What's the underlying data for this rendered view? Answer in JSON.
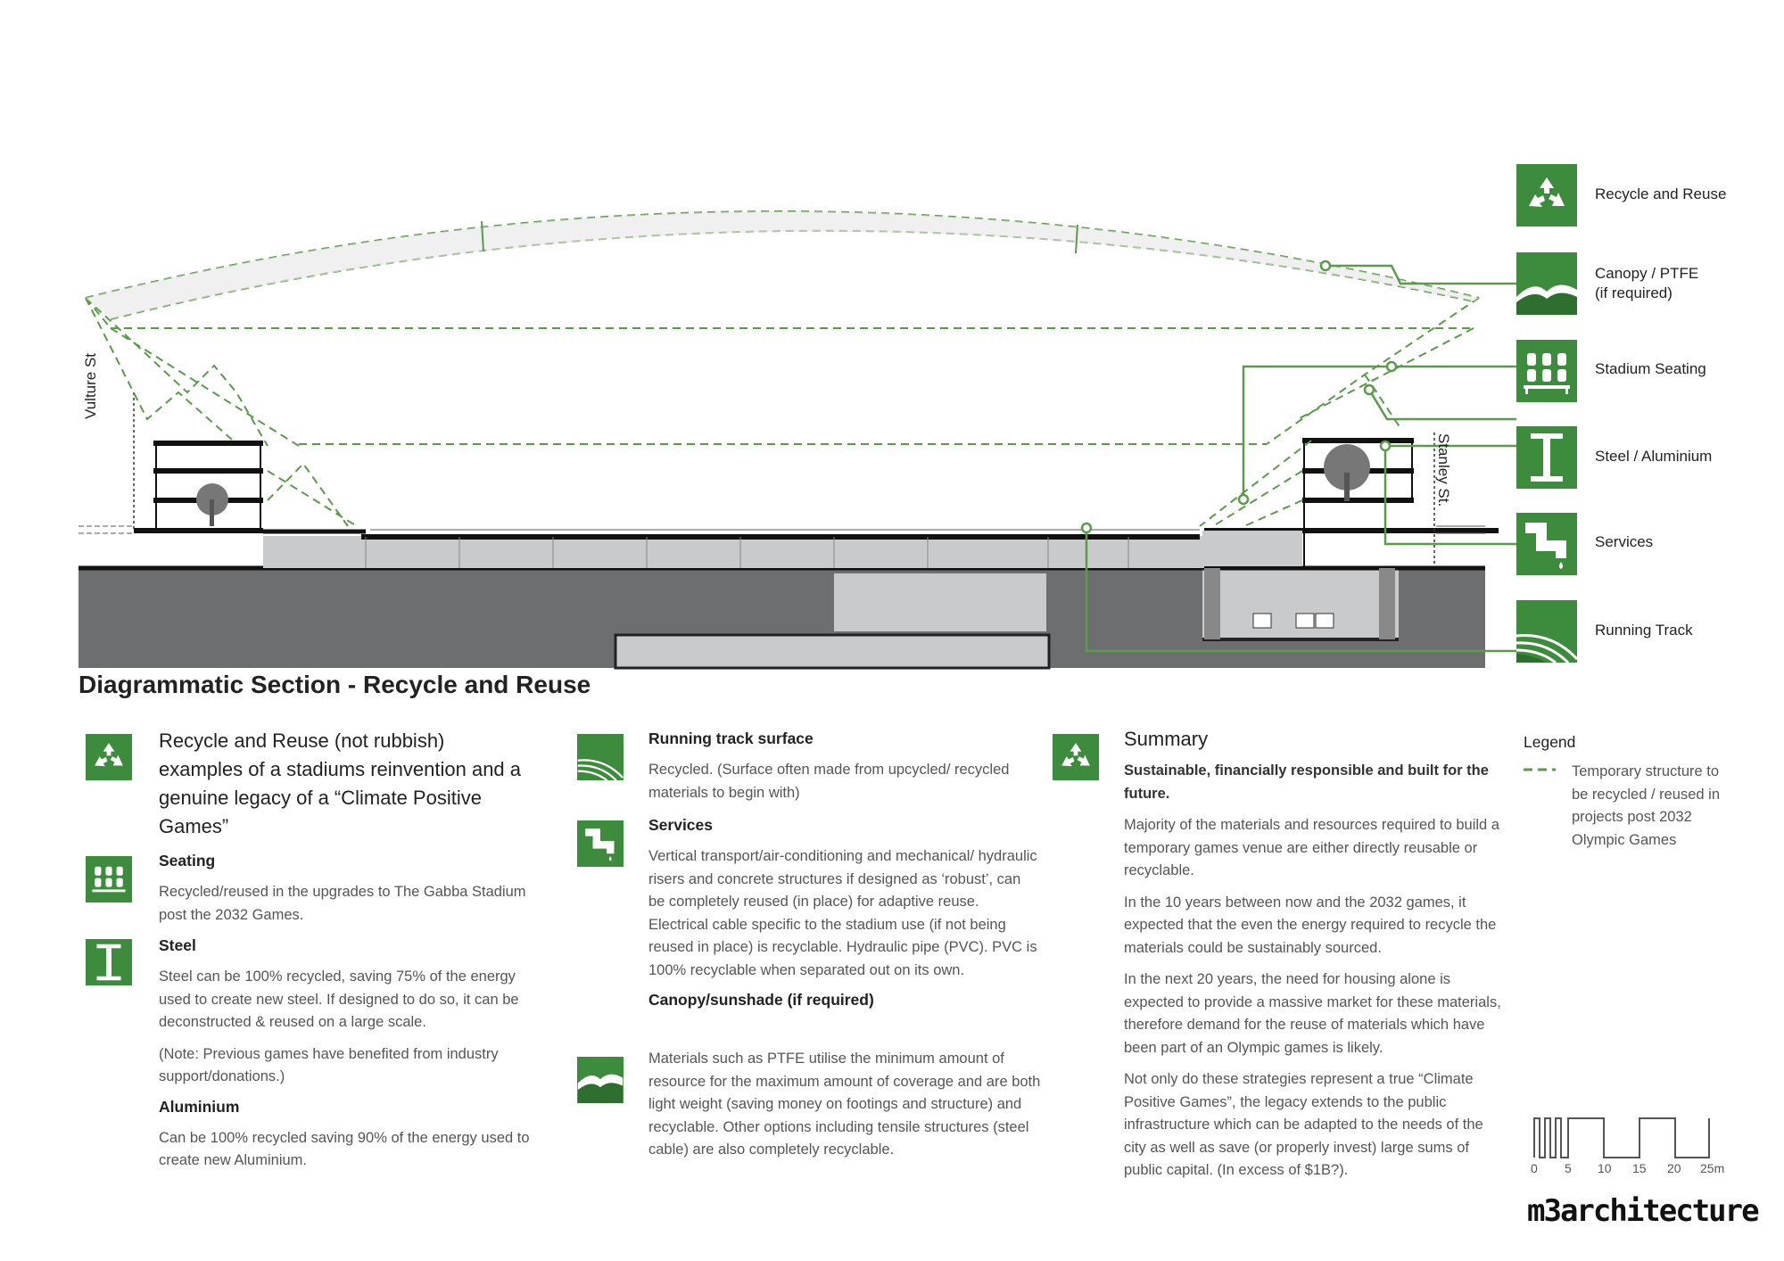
{
  "legend_icons": [
    {
      "label": "Recycle and Reuse",
      "icon": "recycle-icon"
    },
    {
      "label": "Canopy / PTFE\n(if required)",
      "icon": "canopy-icon"
    },
    {
      "label": "Stadium Seating",
      "icon": "seating-icon"
    },
    {
      "label": "Steel / Aluminium",
      "icon": "steel-beam-icon"
    },
    {
      "label": "Services",
      "icon": "pipe-icon"
    },
    {
      "label": "Running Track",
      "icon": "running-track-icon"
    }
  ],
  "section_labels": {
    "left_street": "Vulture St",
    "right_street": "Stanley St."
  },
  "title": "Diagrammatic Section - Recycle and Reuse",
  "col1": {
    "intro": "Recycle and Reuse (not rubbish) examples of a stadiums reinvention and a genuine legacy of a “Climate Positive Games”",
    "seating_head": "Seating",
    "seating_body": "Recycled/reused in the upgrades to The Gabba Stadium post the 2032 Games.",
    "steel_head": "Steel",
    "steel_body": "Steel can be 100% recycled, saving 75% of the energy used to create new steel. If designed to do so, it can be deconstructed & reused on a large scale.",
    "steel_note": "(Note: Previous games have benefited from industry support/donations.)",
    "aluminium_head": "Aluminium",
    "aluminium_body": "Can be 100% recycled saving 90% of the energy used to create new Aluminium."
  },
  "col2": {
    "track_head": "Running track surface",
    "track_body": "Recycled.  (Surface often made from upcycled/ recycled materials to begin with)",
    "services_head": "Services",
    "services_body": "Vertical transport/air-conditioning and mechanical/ hydraulic risers and concrete structures if designed as ‘robust’, can be completely reused (in place) for adaptive reuse. Electrical cable specific to the stadium use (if not being reused in place) is recyclable. Hydraulic pipe (PVC).  PVC is 100% recyclable when separated out on its own.",
    "canopy_head": "Canopy/sunshade (if required)",
    "canopy_body": "Materials such as PTFE utilise the minimum amount of resource for the maximum amount of coverage and are both light weight (saving money on footings and structure) and recyclable. Other options including tensile structures (steel cable) are also completely recyclable."
  },
  "col3": {
    "head": "Summary",
    "sub": "Sustainable, financially responsible and built for the future.",
    "p1": "Majority of the materials and resources required to build a temporary games venue are either directly reusable or recyclable.",
    "p2": "In the 10 years between now and the 2032 games, it expected that the even the energy required to recycle the materials could be sustainably sourced.",
    "p3": "In the next 20 years, the need for housing alone is expected to provide a massive market for these materials, therefore demand for the reuse of materials which have been part of an Olympic games is likely.",
    "p4": "Not only do these strategies represent a true “Climate Positive Games”, the legacy extends to the public infrastructure which can be adapted to the needs of the city as well as save (or properly invest) large sums of public capital. (In excess of $1B?)."
  },
  "legend": {
    "head": "Legend",
    "item": "Temporary structure to be recycled / reused in projects post 2032 Olympic Games"
  },
  "scale_labels": [
    "0",
    "5",
    "10",
    "15",
    "20",
    "25m"
  ],
  "logo": "m3architecture",
  "colors": {
    "green": "#3d8b3d",
    "dark_grey": "#6d6e70",
    "light_grey": "#c9cacb",
    "line_green": "#5a9a4a"
  }
}
